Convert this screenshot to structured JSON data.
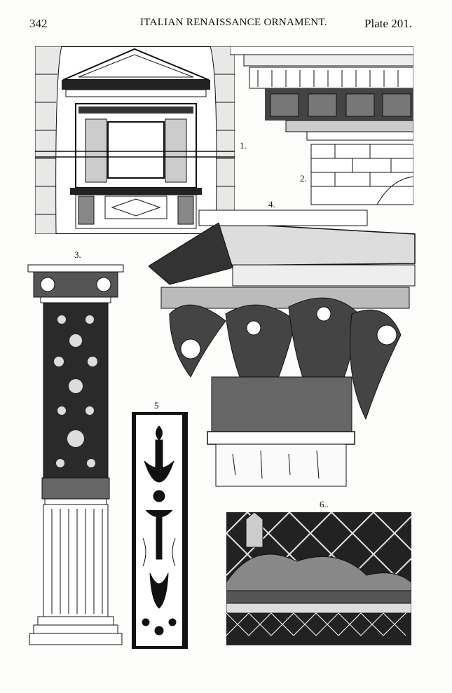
{
  "header": {
    "page_number": "342",
    "title": "ITALIAN RENAISSANCE ORNAMENT.",
    "plate": "Plate 201."
  },
  "figures": [
    {
      "label": "1.",
      "icon": "window-with-pediment-icon"
    },
    {
      "label": "2.",
      "icon": "cornice-entablature-icon"
    },
    {
      "label": "3.",
      "icon": "ornamented-pilaster-icon"
    },
    {
      "label": "4.",
      "icon": "corinthian-capital-icon"
    },
    {
      "label": "5",
      "icon": "painted-panel-icon"
    },
    {
      "label": "6..",
      "icon": "relief-frieze-lattice-icon"
    }
  ]
}
